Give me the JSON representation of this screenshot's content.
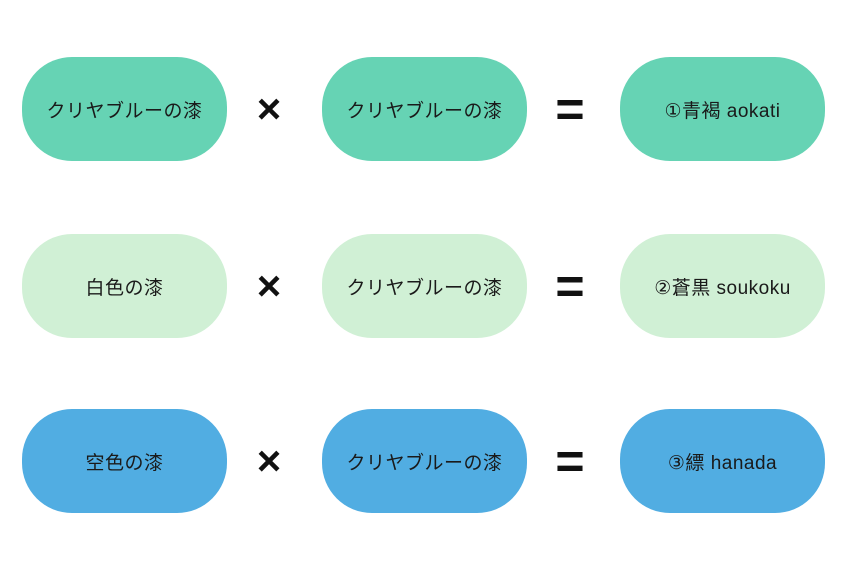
{
  "diagram": {
    "description_rows": 3,
    "colors": {
      "row1_fill": "#66D3B4",
      "row2_fill": "#D0F0D5",
      "row3_fill": "#51ADE2",
      "text": "#1a1a1a",
      "operator": "#111111",
      "background": "#ffffff"
    },
    "operators": {
      "multiply": "×",
      "equals": "="
    },
    "rows": [
      {
        "fill": "#66D3B4",
        "left": {
          "label": "クリヤブルーの漆"
        },
        "middle": {
          "label": "クリヤブルーの漆"
        },
        "result": {
          "label": "①青褐 aokati"
        }
      },
      {
        "fill": "#D0F0D5",
        "left": {
          "label": "白色の漆"
        },
        "middle": {
          "label": "クリヤブルーの漆"
        },
        "result": {
          "label": "②蒼黒 soukoku"
        }
      },
      {
        "fill": "#51ADE2",
        "left": {
          "label": "空色の漆"
        },
        "middle": {
          "label": "クリヤブルーの漆"
        },
        "result": {
          "label": "③縹 hanada"
        }
      }
    ]
  }
}
